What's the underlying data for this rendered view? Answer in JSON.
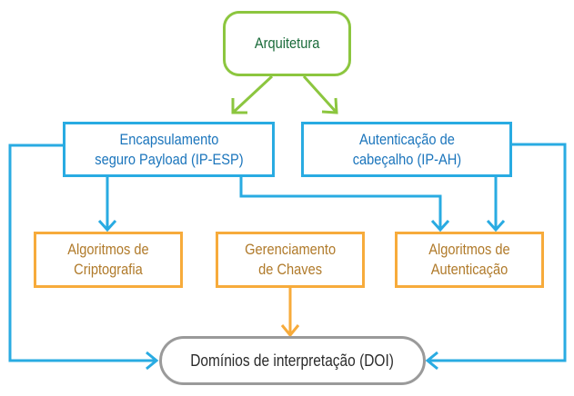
{
  "diagram": {
    "title": "Arquitetura IPsec",
    "colors": {
      "root": "#8cc63f",
      "root_text": "#1a6b3a",
      "protocol": "#29abe2",
      "protocol_text": "#1b75bc",
      "algorithm": "#f7ab3b",
      "algorithm_text": "#b07a2a",
      "doi": "#9a9a9a",
      "doi_text": "#2b2b2b"
    },
    "nodes": {
      "root": {
        "label": "Arquitetura"
      },
      "esp": {
        "line1": "Encapsulamento",
        "line2": "seguro Payload (IP-ESP)"
      },
      "ah": {
        "line1": "Autenticação de",
        "line2": "cabeçalho (IP-AH)"
      },
      "crypto": {
        "line1": "Algoritmos de",
        "line2": "Criptografia"
      },
      "keys": {
        "line1": "Gerenciamento",
        "line2": "de Chaves"
      },
      "auth": {
        "line1": "Algoritmos de",
        "line2": "Autenticação"
      },
      "doi": {
        "label": "Domínios de interpretação (DOI)"
      }
    },
    "edges": [
      {
        "from": "root",
        "to": "esp"
      },
      {
        "from": "root",
        "to": "ah"
      },
      {
        "from": "esp",
        "to": "crypto"
      },
      {
        "from": "esp",
        "to": "auth"
      },
      {
        "from": "ah",
        "to": "auth"
      },
      {
        "from": "esp",
        "to": "doi"
      },
      {
        "from": "ah",
        "to": "doi"
      },
      {
        "from": "keys",
        "to": "doi"
      }
    ]
  }
}
